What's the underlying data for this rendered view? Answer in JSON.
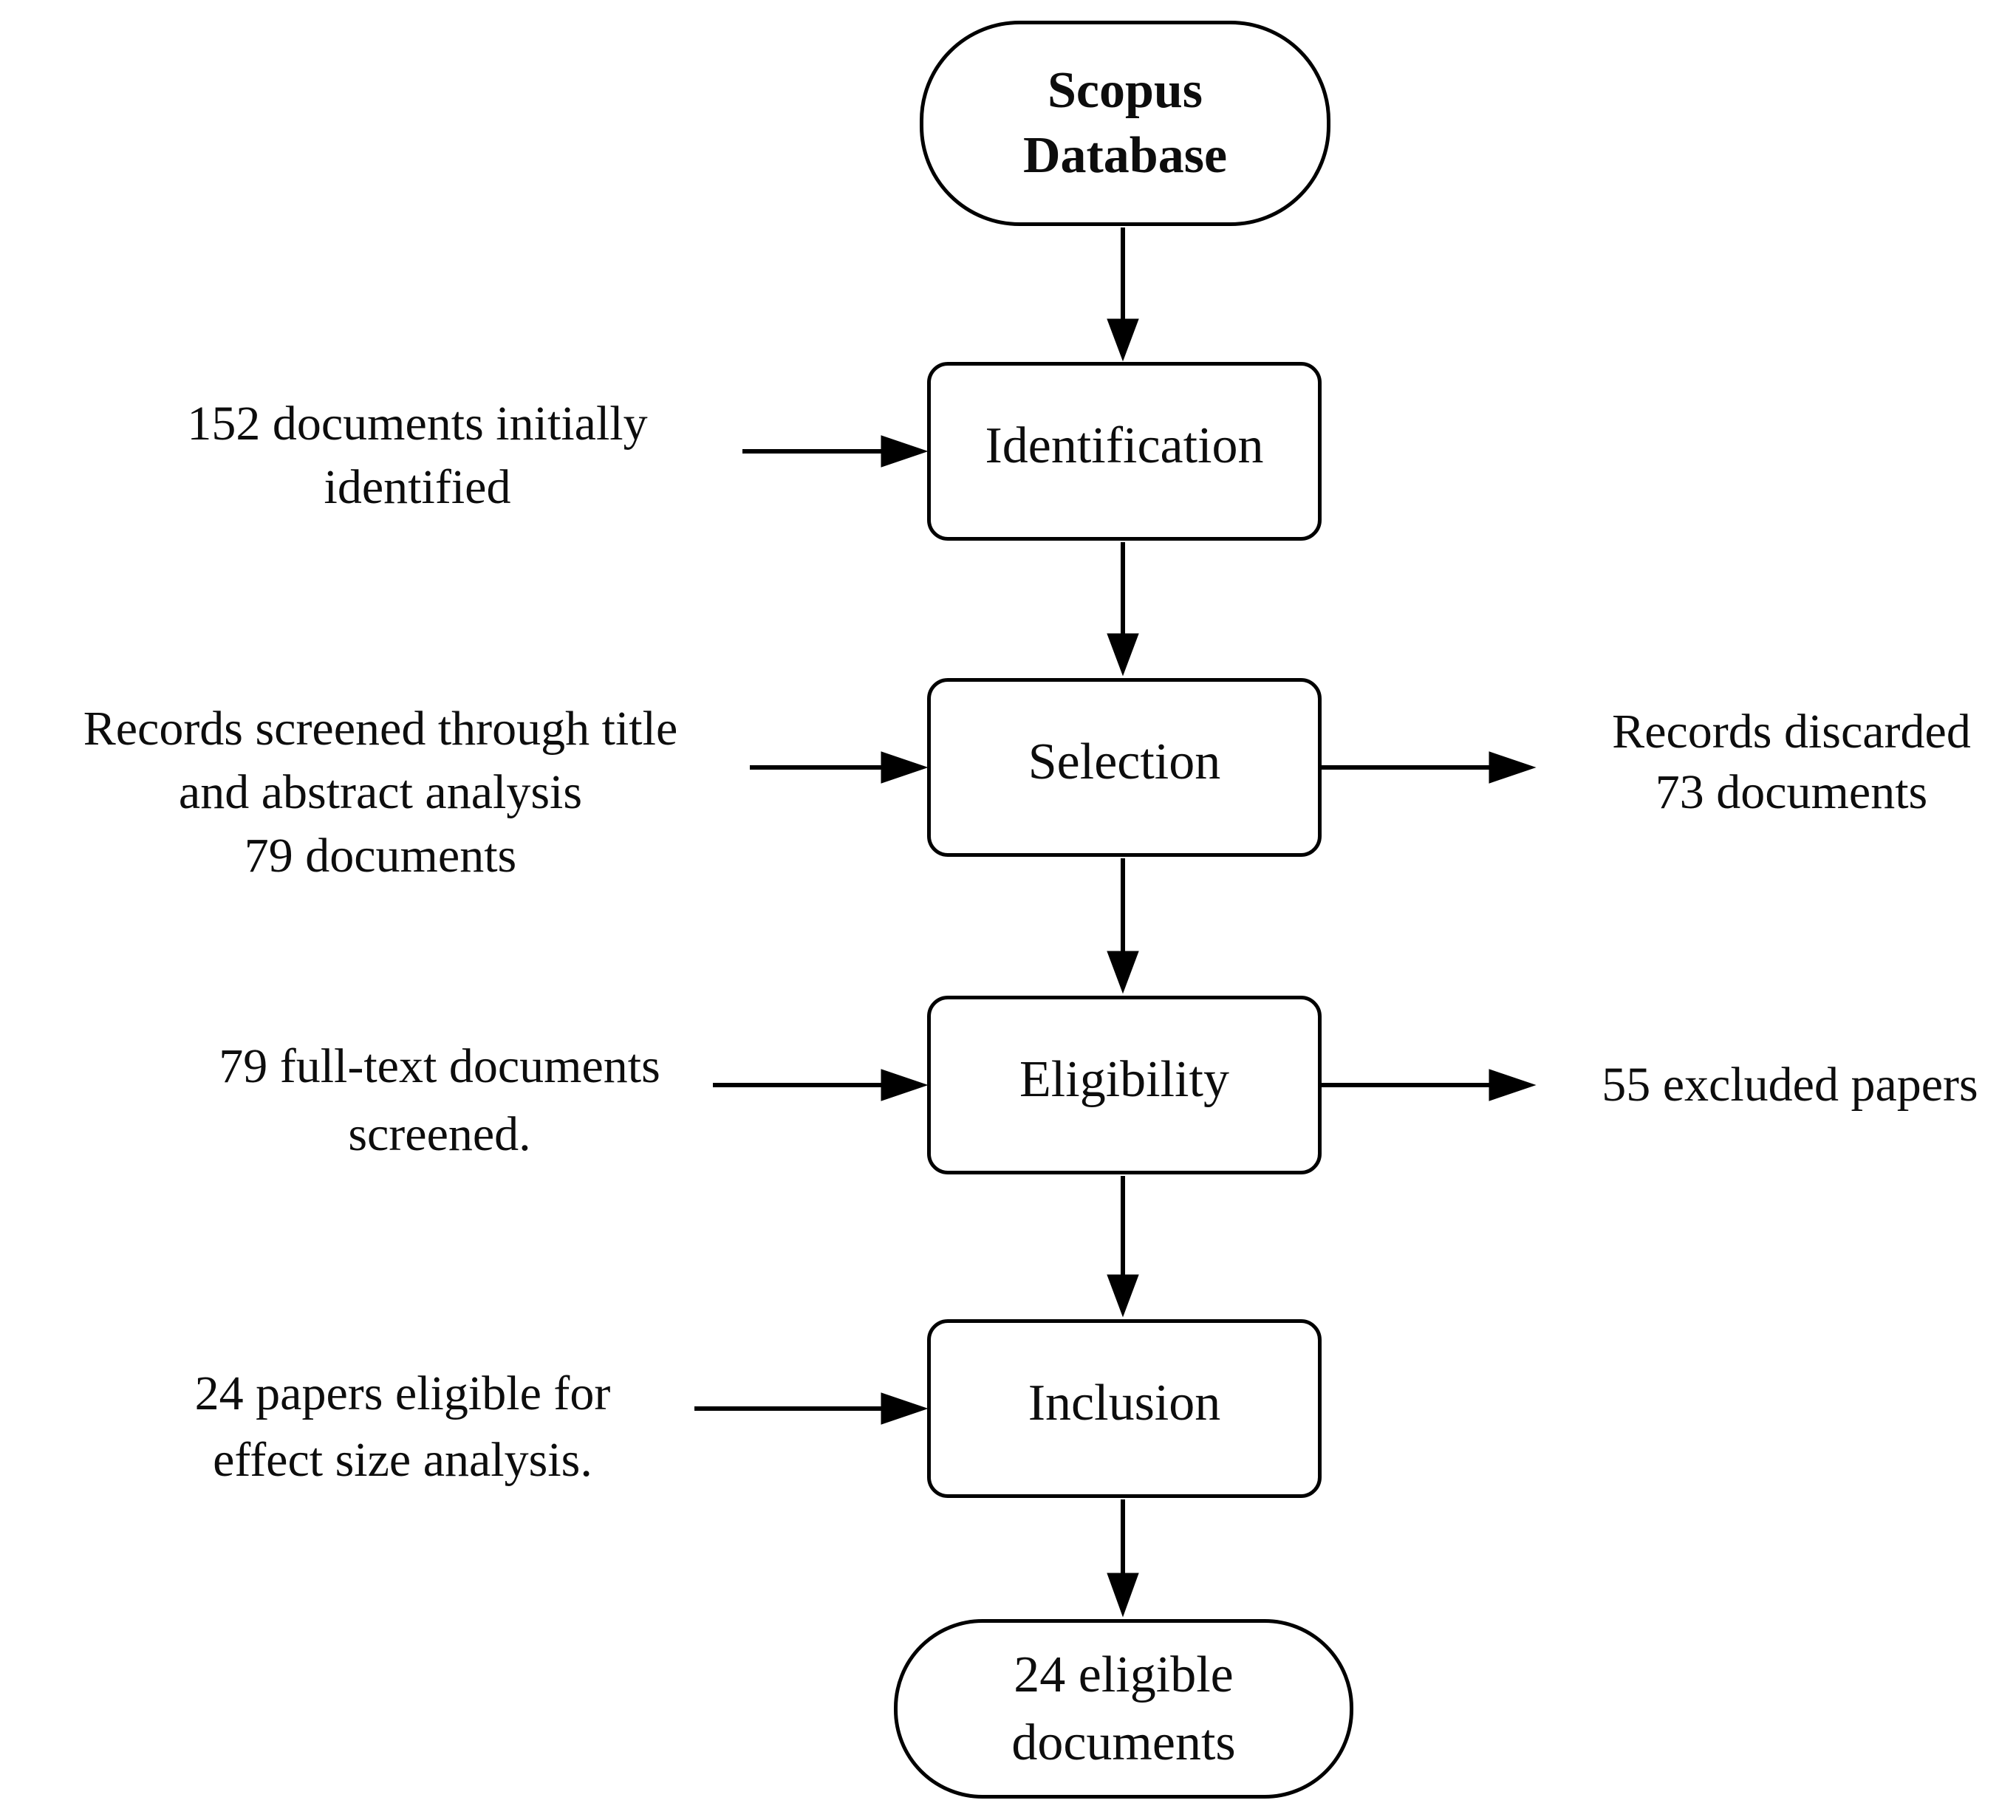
{
  "diagram": {
    "source_node": {
      "lines": [
        "Scopus",
        "Database"
      ]
    },
    "stages": [
      {
        "label": "Identification"
      },
      {
        "label": "Selection"
      },
      {
        "label": "Eligibility"
      },
      {
        "label": "Inclusion"
      }
    ],
    "final_node": {
      "lines": [
        "24 eligible",
        "documents"
      ]
    },
    "left_annotations": [
      {
        "lines": [
          "152 documents initially",
          "identified"
        ]
      },
      {
        "lines": [
          "Records screened through title",
          "and abstract analysis",
          "79 documents"
        ]
      },
      {
        "lines": [
          "79 full-text documents",
          "screened."
        ]
      },
      {
        "lines": [
          "24 papers eligible for",
          "effect size analysis."
        ]
      }
    ],
    "right_annotations": [
      {
        "lines": [
          "Records discarded",
          "73 documents"
        ]
      },
      {
        "lines": [
          "55 excluded papers"
        ]
      }
    ],
    "colors": {
      "line": "#000000",
      "text": "#0d0d0d",
      "background": "#ffffff"
    }
  }
}
